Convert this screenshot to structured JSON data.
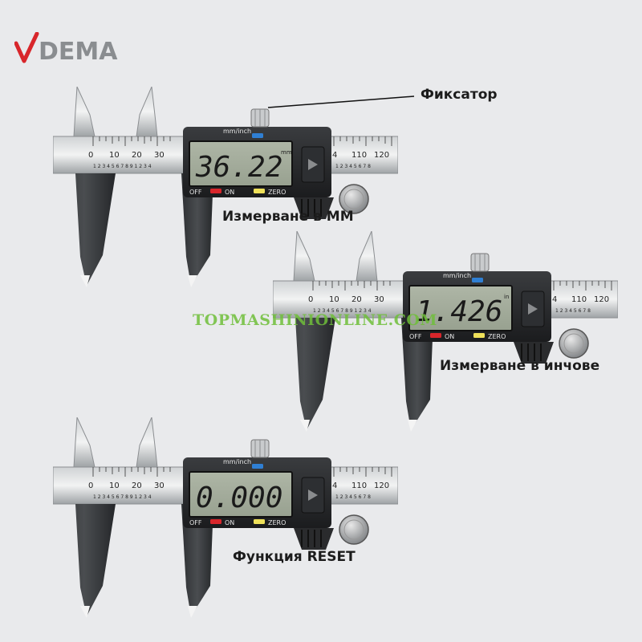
{
  "brand": {
    "logo_text": "DEMA",
    "colors": {
      "red": "#d8262b",
      "gray": "#8a8d90"
    }
  },
  "annotations": {
    "lock": "Фиксатор",
    "mm": "Измерване в ММ",
    "inch": "Измерване в инчове",
    "reset": "Функция RESET"
  },
  "watermark": "TOPMASHINIONLINE.COM",
  "calipers": [
    {
      "reading": "36.22",
      "unit": "mm"
    },
    {
      "reading": "1.426",
      "unit": "in"
    },
    {
      "reading": "0.000",
      "unit": ""
    }
  ],
  "scale": {
    "left_ticks": [
      "0",
      "10",
      "20",
      "30"
    ],
    "right_ticks": [
      "4",
      "110",
      "120"
    ],
    "small_digits": "1 2 3 4 5 6 7 8 9 1 2 3 4",
    "small_digits_right": "1 2 3 4 5 6 7 8"
  },
  "controls": {
    "mode_label": "mm/inch",
    "off_label": "OFF",
    "on_label": "ON",
    "zero_label": "ZERO"
  }
}
